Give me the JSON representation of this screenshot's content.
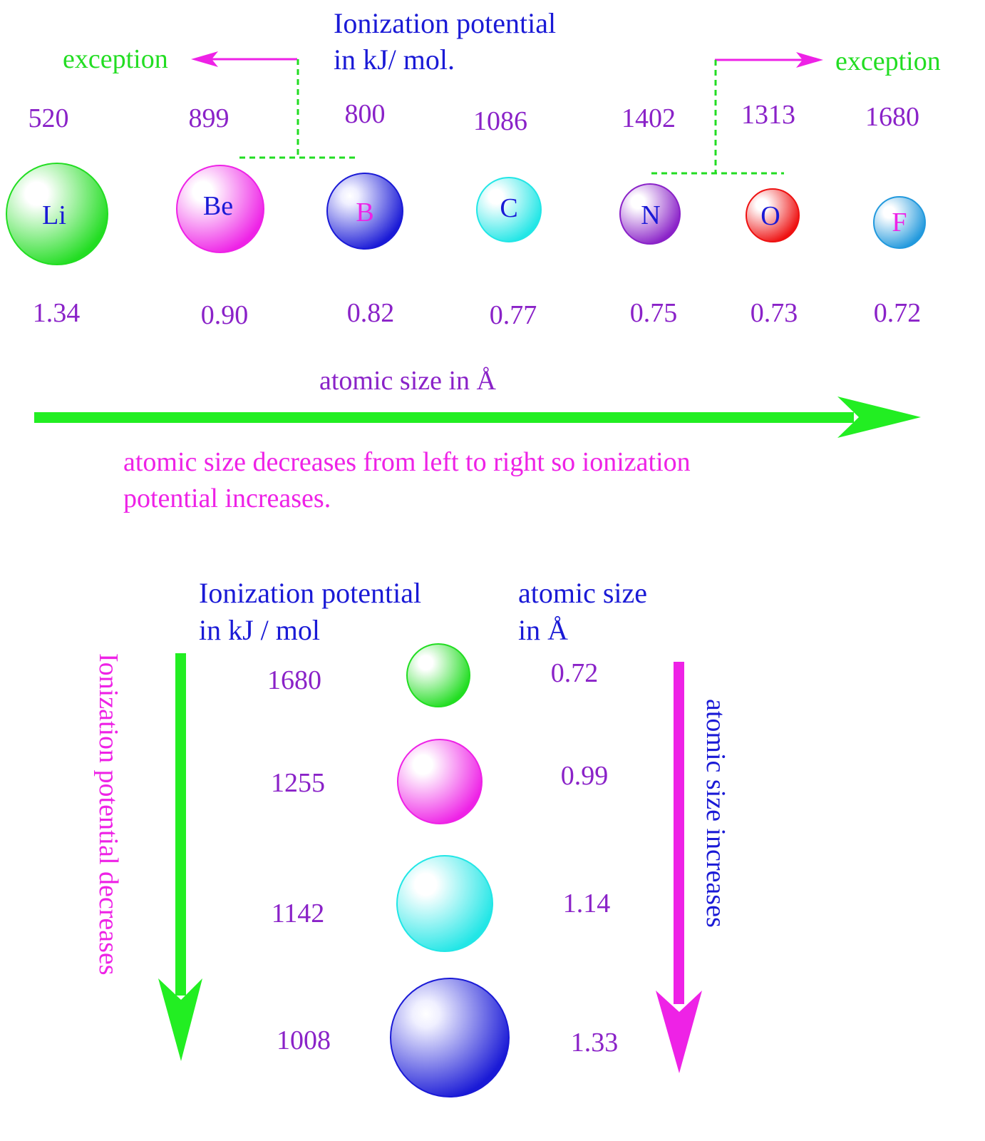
{
  "top": {
    "ip_title_line1": "Ionization potential",
    "ip_title_line2": "in kJ/ mol.",
    "exception_left": "exception",
    "exception_right": "exception",
    "elements": [
      {
        "symbol": "Li",
        "ip": "520",
        "size": "1.34",
        "color": "#22dd22",
        "symbol_color": "#1a1ad6"
      },
      {
        "symbol": "Be",
        "ip": "899",
        "size": "0.90",
        "color": "#ee22e6",
        "symbol_color": "#1a1ad6"
      },
      {
        "symbol": "B",
        "ip": "800",
        "size": "0.82",
        "color": "#1a1ad6",
        "symbol_color": "#ee22e6"
      },
      {
        "symbol": "C",
        "ip": "1086",
        "size": "0.77",
        "color": "#22e6e6",
        "symbol_color": "#1a1ad6"
      },
      {
        "symbol": "N",
        "ip": "1402",
        "size": "0.75",
        "color": "#8a22c8",
        "symbol_color": "#1a1ad6"
      },
      {
        "symbol": "O",
        "ip": "1313",
        "size": "0.73",
        "color": "#ee1111",
        "symbol_color": "#1a1ad6"
      },
      {
        "symbol": "F",
        "ip": "1680",
        "size": "0.72",
        "color": "#2299dd",
        "symbol_color": "#ee22e6"
      }
    ],
    "atomic_size_label": "atomic size in Å",
    "caption_line1": "atomic size decreases from left to right so ionization",
    "caption_line2": "potential increases."
  },
  "bottom": {
    "ip_header_line1": "Ionization potential",
    "ip_header_line2": "in kJ / mol",
    "size_header_line1": "atomic size",
    "size_header_line2": "in Å",
    "left_arrow_label": "Ionization potential decreases",
    "right_arrow_label": "atomic size increases",
    "rows": [
      {
        "ip": "1680",
        "size": "0.72",
        "color": "#22dd22"
      },
      {
        "ip": "1255",
        "size": "0.99",
        "color": "#ee22e6"
      },
      {
        "ip": "1142",
        "size": "1.14",
        "color": "#22e6e6"
      },
      {
        "ip": "1008",
        "size": "1.33",
        "color": "#1a1ad6"
      }
    ]
  }
}
